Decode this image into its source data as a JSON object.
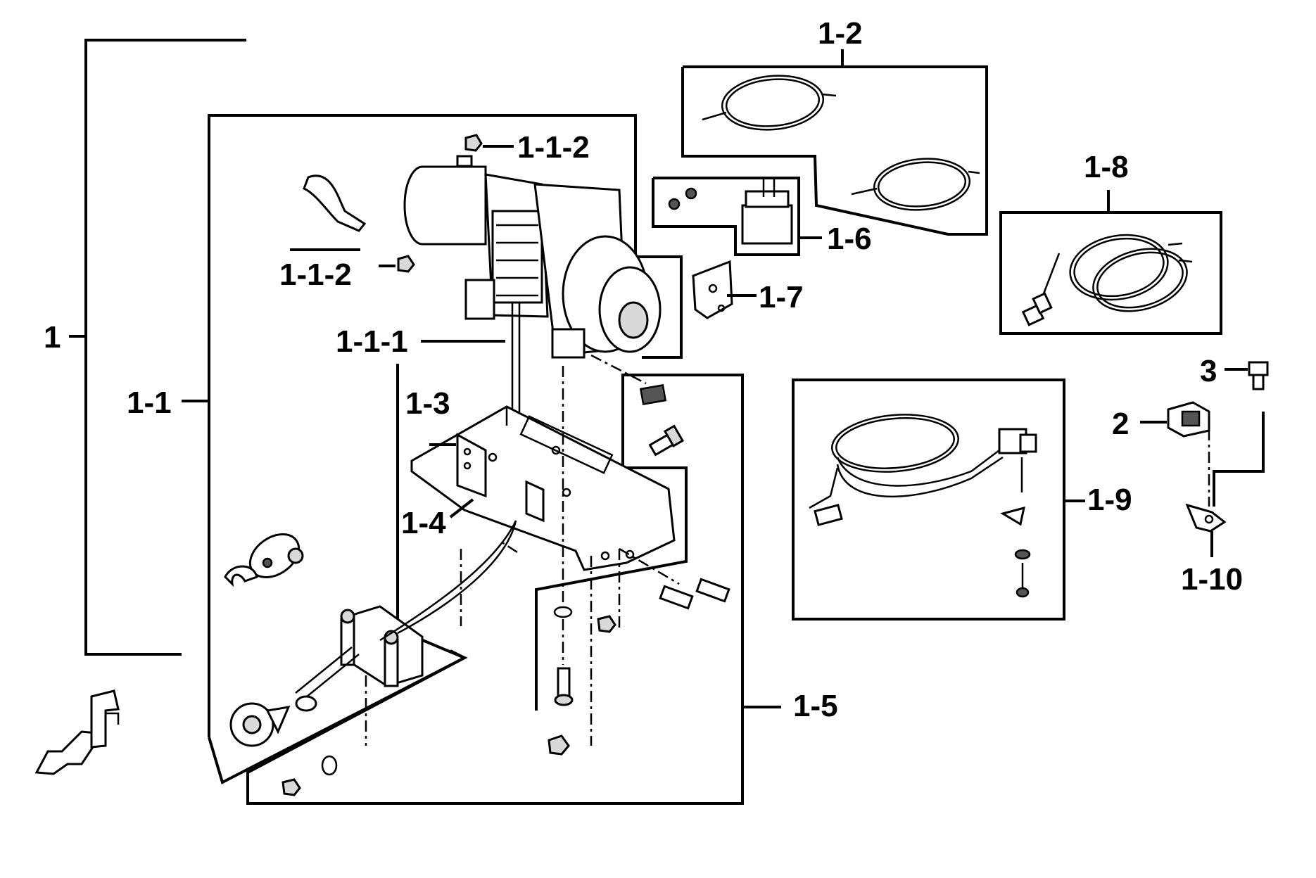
{
  "colors": {
    "line": "#000000",
    "background": "#ffffff",
    "part_shade": "#d9d9d9"
  },
  "labels": {
    "l1": "1",
    "l1_1": "1-1",
    "l1_1_1": "1-1-1",
    "l1_1_2_top": "1-1-2",
    "l1_1_2_bottom": "1-1-2",
    "l1_2": "1-2",
    "l1_3": "1-3",
    "l1_4": "1-4",
    "l1_5": "1-5",
    "l1_6": "1-6",
    "l1_7": "1-7",
    "l1_8": "1-8",
    "l1_9": "1-9",
    "l1_10": "1-10",
    "l2": "2",
    "l3": "3"
  },
  "icons": {
    "front_indicator": "front-arrow-icon",
    "winch": "winch-motor-icon"
  }
}
